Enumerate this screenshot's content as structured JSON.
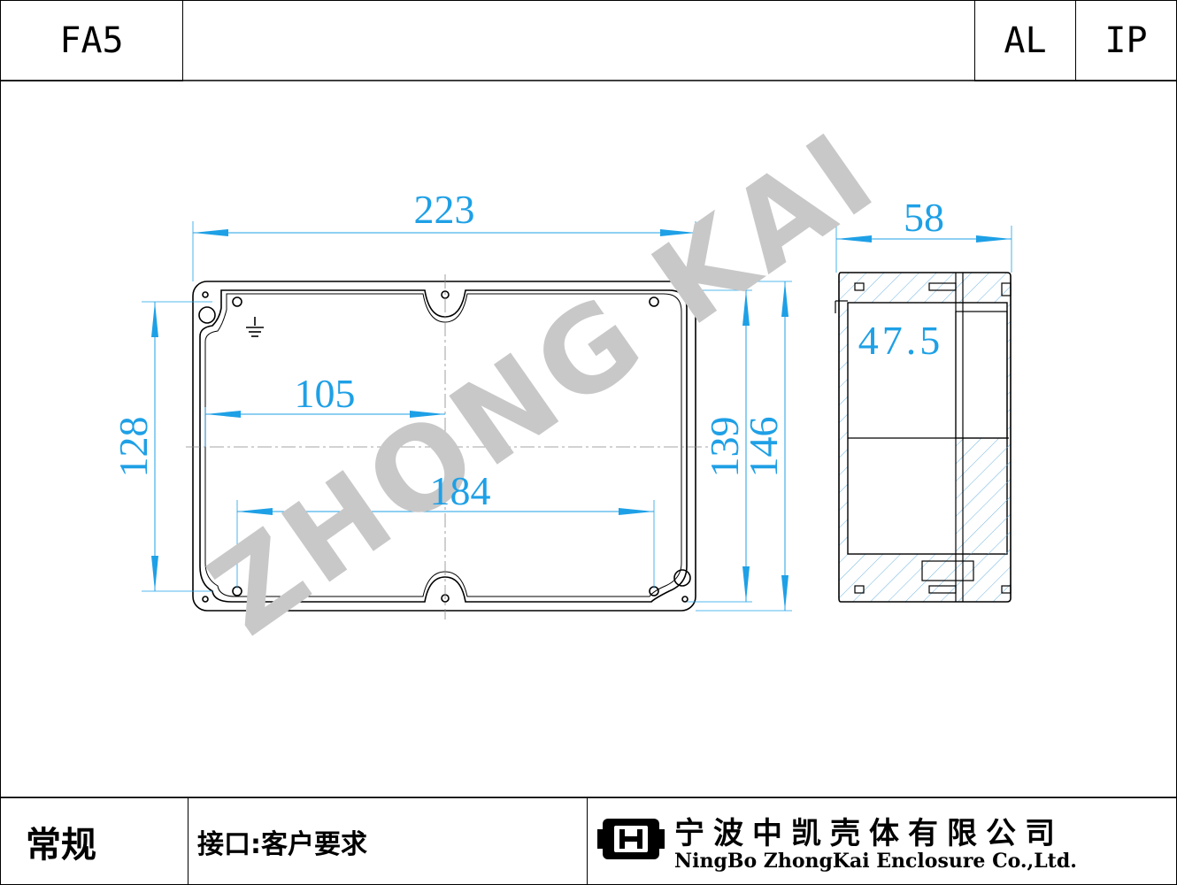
{
  "header": {
    "model": "FA5",
    "material": "AL",
    "rating": "IP"
  },
  "drawing": {
    "watermark": "ZHONG KAI",
    "dimensions": {
      "overall_length": "223",
      "hole_spacing_x": "184",
      "inner_half_length": "105",
      "hole_spacing_y": "128",
      "inner_width": "139",
      "overall_width": "146",
      "overall_height": "58",
      "inner_depth": "47.5"
    },
    "colors": {
      "dimension": "#1ea0e6",
      "outline": "#000000",
      "watermark": "#c8c8c8"
    }
  },
  "footer": {
    "type": "常规",
    "interface": "接口:客户要求",
    "company_cn": "宁波中凯壳体有限公司",
    "company_en": "NingBo ZhongKai Enclosure Co.,Ltd."
  }
}
